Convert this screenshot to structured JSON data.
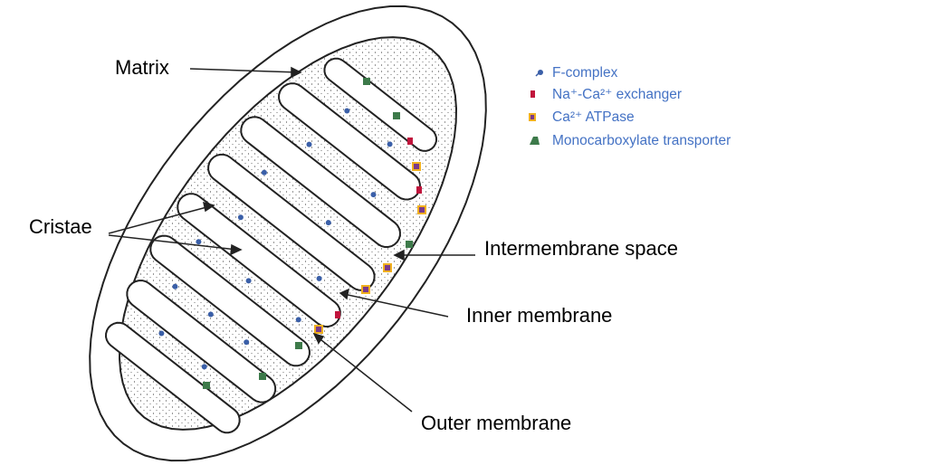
{
  "labels": {
    "matrix": "Matrix",
    "cristae": "Cristae",
    "intermembrane": "Intermembrane space",
    "inner": "Inner membrane",
    "outer": "Outer membrane"
  },
  "legend": [
    {
      "icon": "f-complex-icon",
      "text": "F-complex",
      "color": "#3a5fa8"
    },
    {
      "icon": "na-ca-exchanger-icon",
      "text": "Na⁺-Ca²⁺ exchanger",
      "color": "#c0143c"
    },
    {
      "icon": "ca-atpase-icon",
      "text": "Ca²⁺ ATPase",
      "color": "#f0b020"
    },
    {
      "icon": "monocarboxylate-transporter-icon",
      "text": "Monocarboxylate transporter",
      "color": "#3d7a4a"
    }
  ]
}
